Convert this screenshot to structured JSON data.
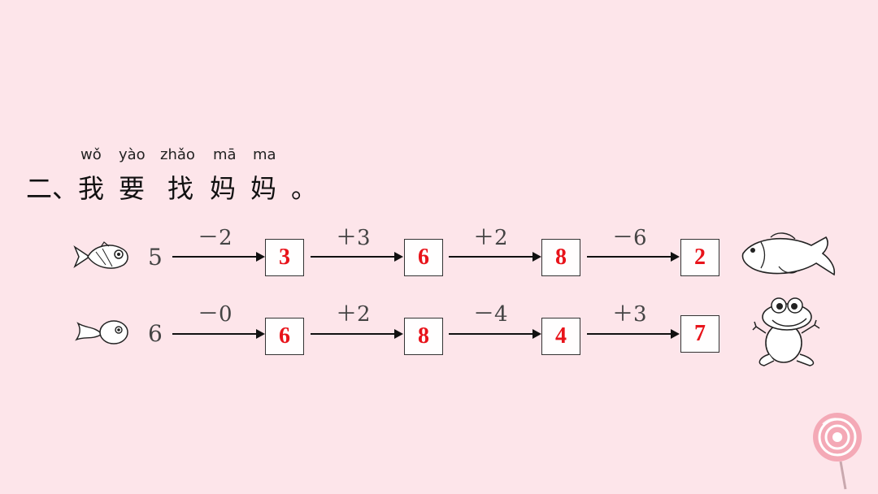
{
  "heading": {
    "pinyin": [
      "wǒ",
      "yào",
      "zhǎo",
      "mā",
      "ma"
    ],
    "prefix": "二、",
    "chars": [
      "我",
      "要",
      "找",
      "妈",
      "妈",
      "。"
    ]
  },
  "rows": [
    {
      "start": "5",
      "ops": [
        "－2",
        "＋3",
        "＋2",
        "－6"
      ],
      "answers": [
        "3",
        "6",
        "8",
        "2"
      ],
      "left_icon": "small-fish-icon",
      "right_icon": "big-fish-icon"
    },
    {
      "start": "6",
      "ops": [
        "－0",
        "＋2",
        "－4",
        "＋3"
      ],
      "answers": [
        "6",
        "8",
        "4",
        "7"
      ],
      "left_icon": "tadpole-icon",
      "right_icon": "frog-icon"
    }
  ],
  "colors": {
    "background": "#fde5ea",
    "answer": "#e8131a"
  },
  "decor_icon": "lollipop-icon"
}
